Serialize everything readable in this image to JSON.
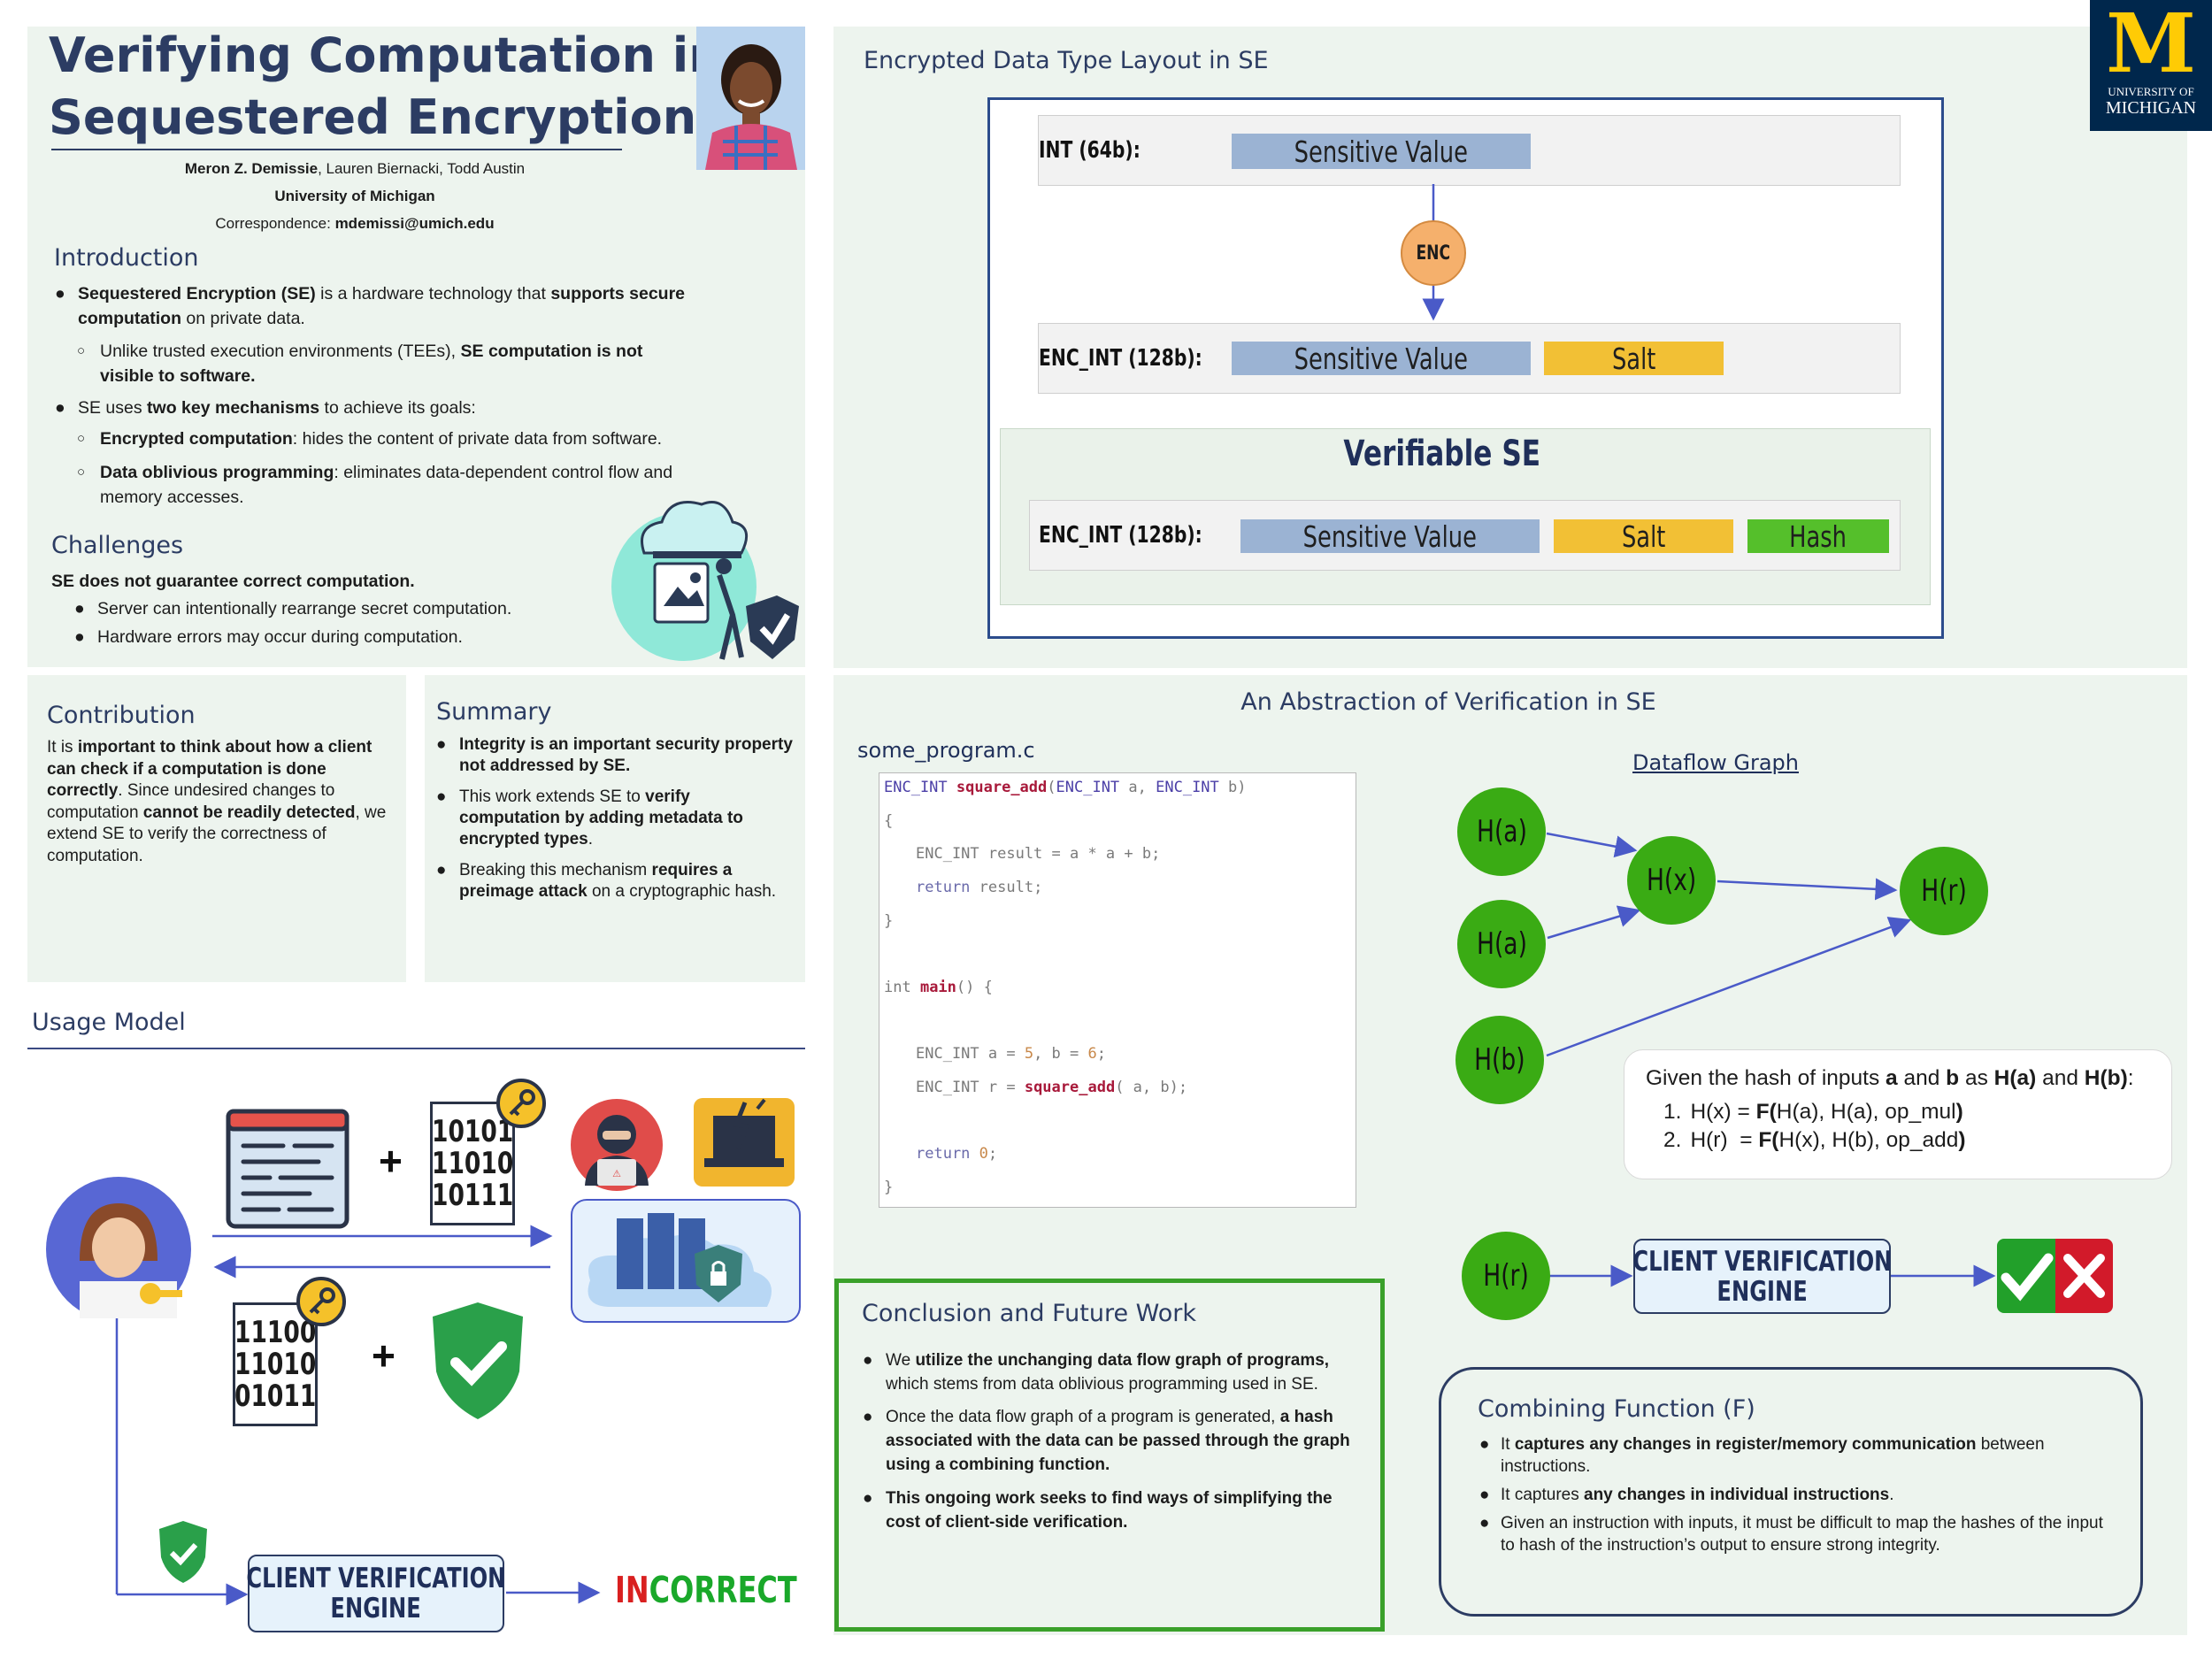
{
  "header": {
    "title_line1": "Verifying Computation in",
    "title_line2": "Sequestered Encryption",
    "authors_lead": "Meron Z. Demissie",
    "authors_rest": ", Lauren Biernacki, Todd Austin",
    "affiliation": "University of Michigan",
    "correspondence_label": "Correspondence:",
    "correspondence_email": "mdemissi@umich.edu",
    "logo_letter": "M",
    "logo_line1": "UNIVERSITY OF",
    "logo_line2": "MICHIGAN"
  },
  "intro": {
    "heading": "Introduction",
    "b1a": "Sequestered Encryption (SE)",
    "b1b": " is a hardware technology that ",
    "b1c": "supports secure computation",
    "b1d": " on private data.",
    "b2a": "Unlike trusted execution environments (TEEs), ",
    "b2b": "SE computation is not visible to software.",
    "b3a": "SE uses ",
    "b3b": "two key mechanisms",
    "b3c": " to achieve its goals:",
    "b4a": "Encrypted computation",
    "b4b": ": hides the content of private data from software.",
    "b5a": "Data oblivious programming",
    "b5b": ": eliminates data-dependent control flow and memory accesses."
  },
  "challenges": {
    "heading": "Challenges",
    "lead": "SE does not guarantee correct computation.",
    "b1": "Server can intentionally rearrange secret computation.",
    "b2": "Hardware errors may occur during computation."
  },
  "contribution": {
    "heading": "Contribution",
    "t1": "It is ",
    "t2": "important to think about how a client can check if a computation is done correctly",
    "t3": ". Since undesired changes to computation ",
    "t4": "cannot be readily detected",
    "t5": ", we extend SE to verify the correctness of computation."
  },
  "summary": {
    "heading": "Summary",
    "b1": "Integrity is an important security property not addressed by SE.",
    "b2a": "This work extends SE to ",
    "b2b": "verify computation by adding metadata to encrypted types",
    "b2c": ".",
    "b3a": "Breaking this mechanism ",
    "b3b": "requires a preimage attack",
    "b3c": " on a cryptographic hash."
  },
  "usage": {
    "heading": "Usage Model",
    "bits_top": [
      "10101",
      "11010",
      "10111"
    ],
    "bits_bottom": [
      "11100",
      "11010",
      "01011"
    ],
    "plus": "+",
    "engine_line1": "CLIENT VERIFICATION",
    "engine_line2": "ENGINE",
    "result_in": "IN",
    "result_correct": "CORRECT"
  },
  "layout_section": {
    "heading": "Encrypted Data Type Layout in SE",
    "int_label": "INT (64b):",
    "enc_int_label": "ENC_INT (128b):",
    "sensitive": "Sensitive Value",
    "salt": "Salt",
    "hash": "Hash",
    "enc_node": "ENC",
    "verifiable_title": "Verifiable SE"
  },
  "abstraction": {
    "heading": "An Abstraction of Verification in SE",
    "file_name": "some_program.c",
    "dataflow_title": "Dataflow Graph",
    "nodes": [
      "H(a)",
      "H(a)",
      "H(b)",
      "H(x)",
      "H(r)"
    ],
    "given_a": "Given the hash of inputs ",
    "given_b": "a",
    "given_c": " and ",
    "given_d": "b",
    "given_e": " as ",
    "given_f": "H(a)",
    "given_g": " and ",
    "given_h": "H(b)",
    "given_i": ":",
    "eq1_num": "1.",
    "eq1_lhs": "H(x) = ",
    "eq1_f": "F(",
    "eq1_args": "H(a), H(a), op_mul",
    "eq1_close": ")",
    "eq2_num": "2.",
    "eq2_lhs": "H(r)  = ",
    "eq2_f": "F(",
    "eq2_args": "H(x), H(b), op_add",
    "eq2_close": ")",
    "hr_node": "H(r)",
    "engine_line1": "CLIENT VERIFICATION",
    "engine_line2": "ENGINE"
  },
  "conclusion": {
    "heading": "Conclusion and Future Work",
    "b1a": "We ",
    "b1b": "utilize the unchanging data flow graph of programs,",
    "b1c": " which stems from data oblivious programming used in SE.",
    "b2a": "Once the data flow graph of a program is generated, ",
    "b2b": "a hash associated with the data can be passed through the graph using a combining function.",
    "b3": "This ongoing work seeks to find ways of simplifying the cost of client-side verification."
  },
  "combining": {
    "heading": "Combining Function (F)",
    "b1a": "It ",
    "b1b": "captures any changes in register/memory communication",
    "b1c": " between instructions.",
    "b2a": "It captures ",
    "b2b": "any changes in individual instructions",
    "b2c": ".",
    "b3": "Given an instruction with inputs, it must be difficult to map the hashes of the input to hash of the instruction’s output to ensure strong integrity."
  },
  "colors": {
    "umich_blue": "#00274c",
    "umich_maize": "#ffcb05",
    "sensitive_fill": "#9bb3d3",
    "salt_fill": "#f2c035",
    "hash_fill": "#55bf2b",
    "node_green": "#3aab14",
    "enc_orange": "#f5b06c",
    "heading_navy": "#2c3c63"
  },
  "icons": [
    "person-photo",
    "cloud-upload-illustration",
    "document-icon",
    "key-icon",
    "hacker-icon",
    "broken-laptop-icon",
    "server-cloud-icon",
    "shield-check-icon",
    "user-avatar-icon",
    "check-icon",
    "cross-icon"
  ]
}
